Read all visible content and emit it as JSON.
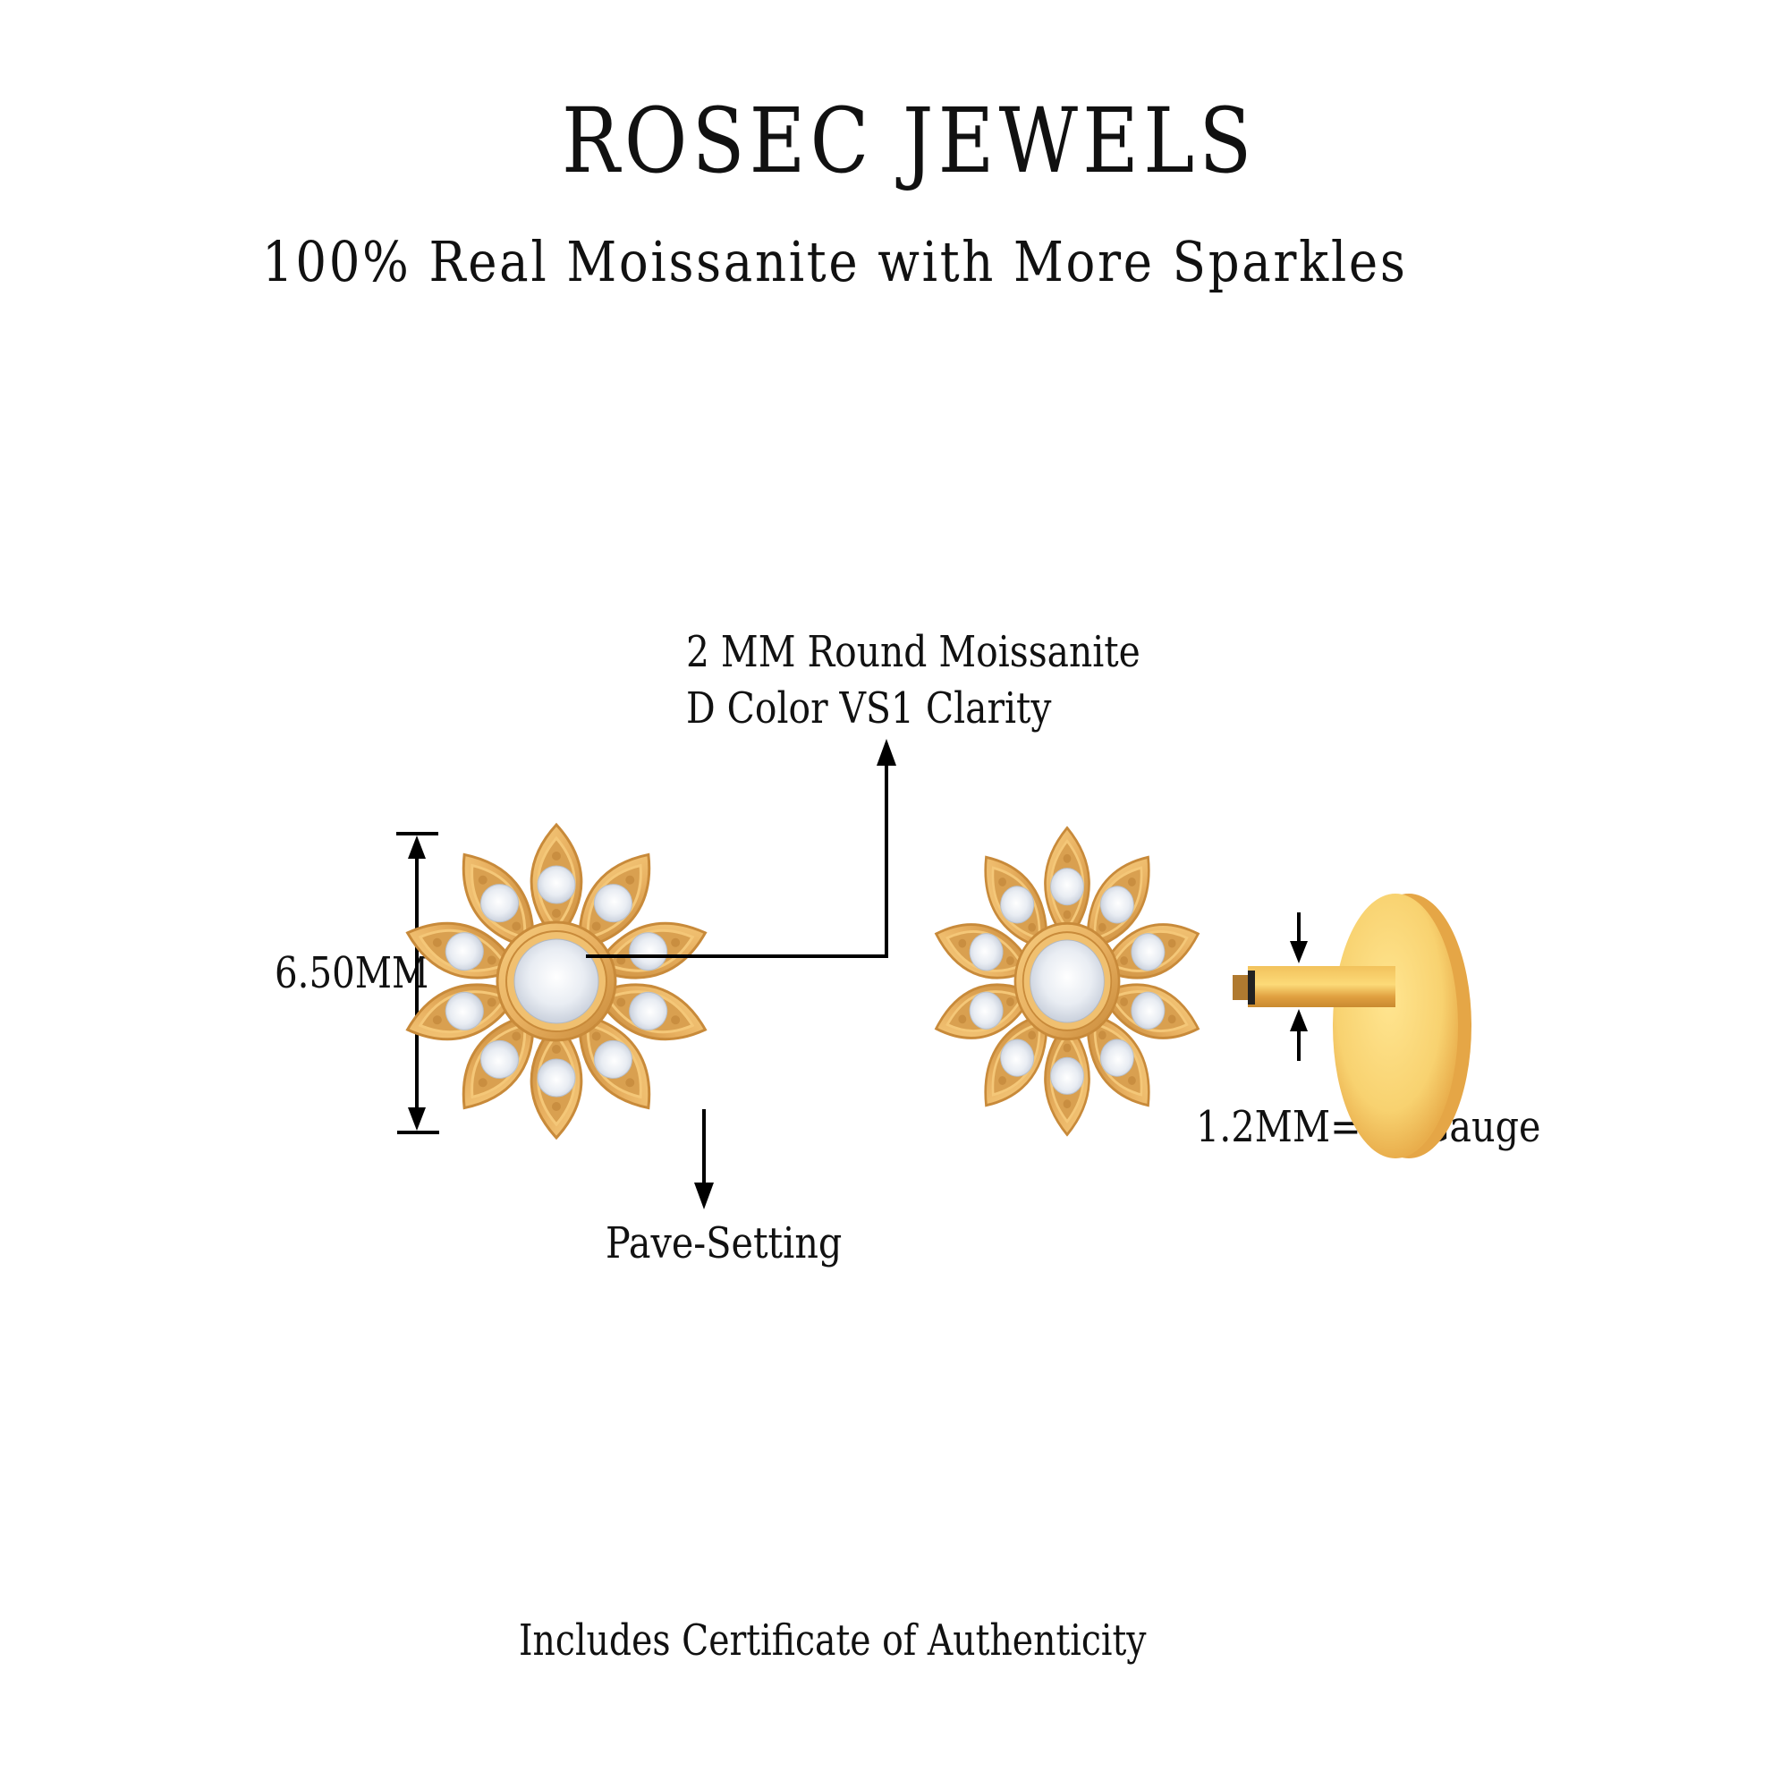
{
  "header": {
    "brand": "ROSEC JEWELS",
    "tagline": "100% Real Moissanite with More Sparkles"
  },
  "annotations": {
    "center_stone_line1": "2 MM Round Moissanite",
    "center_stone_line2": "D Color VS1 Clarity",
    "height": "6.50MM",
    "setting": "Pave-Setting",
    "gauge": "1.2MM=18 Gauge"
  },
  "footer": {
    "certificate": "Includes Certificate of Authenticity"
  },
  "product": {
    "views": [
      "front-view",
      "side-view"
    ],
    "metal_color": "#E8B060",
    "stone_color": "#E8ECF2"
  },
  "colors": {
    "background": "#FFFFFF",
    "text": "#111111",
    "gold_light": "#FCDA78",
    "gold_mid": "#F0B44A",
    "gold_dark": "#C88A3A"
  }
}
